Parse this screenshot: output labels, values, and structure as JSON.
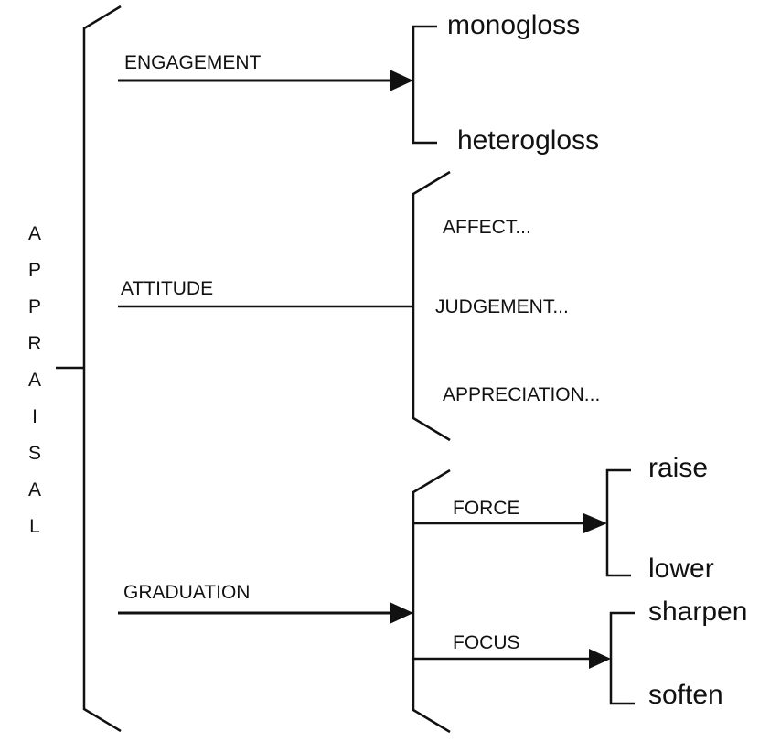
{
  "root": {
    "label": "APPRAISAL",
    "letters": [
      "A",
      "P",
      "P",
      "R",
      "A",
      "I",
      "S",
      "A",
      "L"
    ]
  },
  "systems": {
    "engagement": {
      "label": "ENGAGEMENT",
      "options": [
        "monogloss",
        "heterogloss"
      ]
    },
    "attitude": {
      "label": "ATTITUDE",
      "options": [
        "AFFECT...",
        "JUDGEMENT...",
        "APPRECIATION..."
      ]
    },
    "graduation": {
      "label": "GRADUATION",
      "subsystems": {
        "force": {
          "label": "FORCE",
          "options": [
            "raise",
            "lower"
          ]
        },
        "focus": {
          "label": "FOCUS",
          "options": [
            "sharpen",
            "soften"
          ]
        }
      }
    }
  },
  "colors": {
    "ink": "#111111",
    "background": "#ffffff"
  }
}
